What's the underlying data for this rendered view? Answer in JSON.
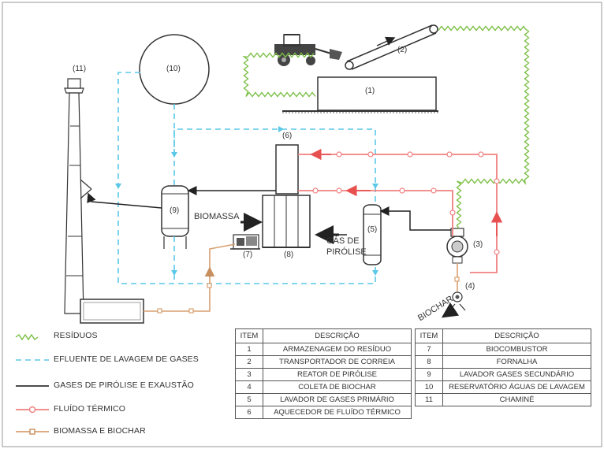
{
  "labels": {
    "n1": "(1)",
    "n2": "(2)",
    "n3": "(3)",
    "n4": "(4)",
    "n5": "(5)",
    "n6": "(6)",
    "n7": "(7)",
    "n8": "(8)",
    "n9": "(9)",
    "n10": "(10)",
    "n11": "(11)",
    "biomassa": "BIOMASSA",
    "gas_de": "GÁS DE",
    "pirolise": "PIRÓLISE",
    "biochar": "BIOCHAR"
  },
  "legend": [
    {
      "label": "RESÍDUOS",
      "style": "green-zigzag",
      "color": "#7bbf44"
    },
    {
      "label": "EFLUENTE DE LAVAGEM DE GASES",
      "style": "dashed",
      "color": "#5bc8e8"
    },
    {
      "label": "GASES DE PIRÓLISE E EXAUSTÃO",
      "style": "solid",
      "color": "#333333"
    },
    {
      "label": "FLUÍDO TÉRMICO",
      "style": "circles",
      "color": "#f08080"
    },
    {
      "label": "BIOMASSA E BIOCHAR",
      "style": "squares",
      "color": "#d8a070"
    }
  ],
  "table_left": {
    "header": {
      "item": "ITEM",
      "desc": "DESCRIÇÃO"
    },
    "rows": [
      {
        "item": "1",
        "desc": "ARMAZENAGEM DO RESÍDUO"
      },
      {
        "item": "2",
        "desc": "TRANSPORTADOR DE CORREIA"
      },
      {
        "item": "3",
        "desc": "REATOR DE PIRÓLISE"
      },
      {
        "item": "4",
        "desc": "COLETA DE BIOCHAR"
      },
      {
        "item": "5",
        "desc": "LAVADOR DE GASES PRIMÁRIO"
      },
      {
        "item": "6",
        "desc": "AQUECEDOR DE FLUÍDO TÉRMICO"
      }
    ]
  },
  "table_right": {
    "header": {
      "item": "ITEM",
      "desc": "DESCRIÇÃO"
    },
    "rows": [
      {
        "item": "7",
        "desc": "BIOCOMBUSTOR"
      },
      {
        "item": "8",
        "desc": "FORNALHA"
      },
      {
        "item": "9",
        "desc": "LAVADOR GASES SECUNDÁRIO"
      },
      {
        "item": "10",
        "desc": "RESERVATÓRIO ÁGUAS DE LAVAGEM"
      },
      {
        "item": "11",
        "desc": "CHAMINÉ"
      }
    ]
  },
  "colors": {
    "green": "#7bbf44",
    "cyan": "#5bc8e8",
    "gas": "#333333",
    "thermal": "#f08080",
    "biomass": "#d8a070"
  }
}
